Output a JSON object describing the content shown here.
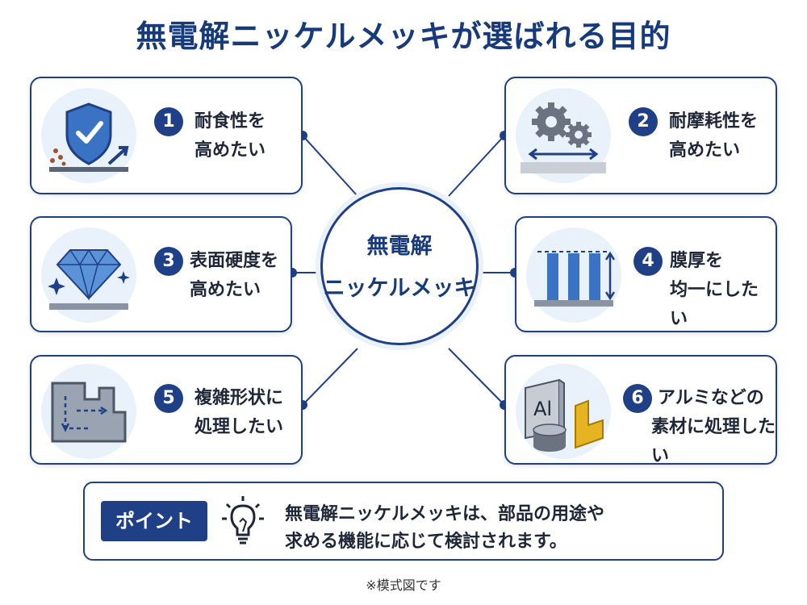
{
  "title": "無電解ニッケルメッキが選ばれる目的",
  "center": {
    "line1": "無電解",
    "line2": "ニッケルメッキ"
  },
  "cards": [
    {
      "number": "1",
      "line1": "耐食性を",
      "line2": "高めたい",
      "icon": "shield-check-icon"
    },
    {
      "number": "2",
      "line1": "耐摩耗性を",
      "line2": "高めたい",
      "icon": "gears-icon"
    },
    {
      "number": "3",
      "line1": "表面硬度を",
      "line2": "高めたい",
      "icon": "diamond-icon"
    },
    {
      "number": "4",
      "line1": "膜厚を",
      "line2": "均一にしたい",
      "icon": "uniform-thickness-icon"
    },
    {
      "number": "5",
      "line1": "複雑形状に",
      "line2": "処理したい",
      "icon": "complex-shape-icon"
    },
    {
      "number": "6",
      "line1": "アルミなどの",
      "line2": "素材に処理したい",
      "icon": "aluminum-material-icon"
    }
  ],
  "point": {
    "badge": "ポイント",
    "line1": "無電解ニッケルメッキは、部品の用途や",
    "line2": "求める機能に応じて検討されます。",
    "icon": "lightbulb-icon"
  },
  "aluminum_label": "Al",
  "footnote": "※模式図です",
  "colors": {
    "accent": "#1f3f86",
    "icon_bg": "#e9f1fb",
    "gold": "#e6b422"
  }
}
